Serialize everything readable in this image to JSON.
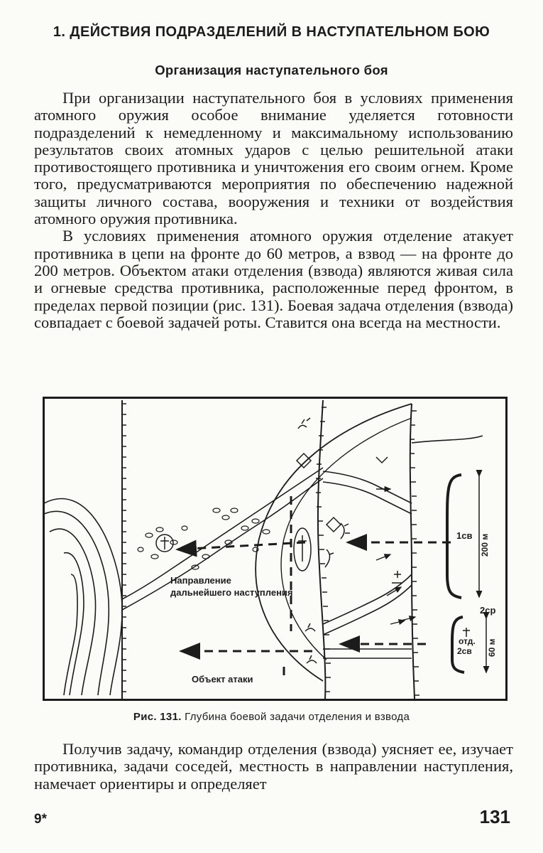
{
  "chapter_heading": "1. ДЕЙСТВИЯ ПОДРАЗДЕЛЕНИЙ В НАСТУПАТЕЛЬНОМ БОЮ",
  "section_heading": "Организация наступательного боя",
  "paragraphs_top": [
    "При организации наступательного боя в условиях применения атомного оружия особое внимание уделяется готовности подразделений к немедленному и максимальному использованию результатов своих атомных ударов с целью решительной атаки противостоящего противника и уничтожения его своим огнем. Кроме того, предусматриваются мероприятия по обеспечению надежной защиты личного состава, вооружения и техники от воздействия атомного оружия противника.",
    "В условиях применения атомного оружия отделение атакует противника в цепи на фронте до 60 метров, а взвод — на фронте до 200 метров. Объектом атаки отделения (взвода) являются живая сила и огневые средства противника, расположенные перед фронтом, в пределах первой позиции (рис. 131). Боевая задача отделения (взвода) совпадает с боевой задачей роты. Ставится она всегда на местности."
  ],
  "figure": {
    "labels": {
      "direction_line1": "Направление",
      "direction_line2": "дальнейшего наступления",
      "attack_object": "Объект атаки",
      "platoon_1": "1св",
      "dist_200": "200 м",
      "company_2": "2ср",
      "squad": "отд.",
      "platoon_2": "2св",
      "dist_60": "60 м"
    }
  },
  "caption": {
    "number": "Рис. 131.",
    "text": " Глубина боевой задачи отделения и взвода"
  },
  "paragraphs_bottom": [
    "Получив задачу, командир отделения (взвода) уясняет ее, изучает противника, задачи соседей, местность в направлении наступления, намечает ориентиры и определяет"
  ],
  "footer": {
    "signature": "9*",
    "page_number": "131"
  }
}
